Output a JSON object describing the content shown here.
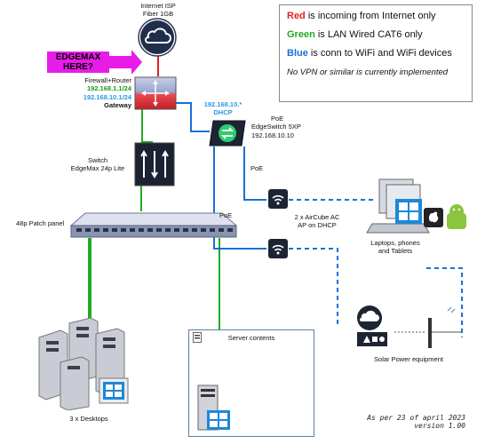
{
  "legend": {
    "red_word": "Red",
    "red_text": " is incoming from Internet only",
    "green_word": "Green",
    "green_text": " is LAN Wired CAT6 only",
    "blue_word": "Blue",
    "blue_text": " is conn to WiFi and WiFi devices",
    "note": "No VPN or similar is currently implemented",
    "colors": {
      "red": "#e02020",
      "green": "#22aa22",
      "blue": "#1a6fd6"
    }
  },
  "internet": {
    "line1": "Internet ISP",
    "line2": "Fiber 1GB"
  },
  "callout": {
    "line1": "EDGEMAX",
    "line2": "HERE?",
    "color": "#e81ce8"
  },
  "router": {
    "line1": "Firewall+Router",
    "ip_green": "192.168.1.1/24",
    "ip_blue": "192.168.10.1/24",
    "label": "Gateway"
  },
  "edgeswitch": {
    "dhcp_ip": "192.168.10.*",
    "dhcp_label": "DHCP",
    "poe": "PoE",
    "name": "EdgeSwitch 5XP",
    "ip": "192.168.10.10"
  },
  "switch24": {
    "line1": "Switch",
    "line2": "EdgeMax 24p Lite"
  },
  "patch_panel": {
    "label": "48p Patch panel"
  },
  "aircube": {
    "line1": "2 x AirCube AC",
    "line2": "AP on DHCP",
    "poe_top": "PoE",
    "poe_left": "PoE"
  },
  "devices": {
    "line1": "Laptops, phones",
    "line2": "and Tablets"
  },
  "solar": {
    "label": "Solar Power equipment"
  },
  "desktops": {
    "label": "3 x Desktops"
  },
  "server": {
    "label": "Server contents"
  },
  "footer": {
    "line1": "As per 23 of april 2023",
    "line2": "version 1.00"
  }
}
